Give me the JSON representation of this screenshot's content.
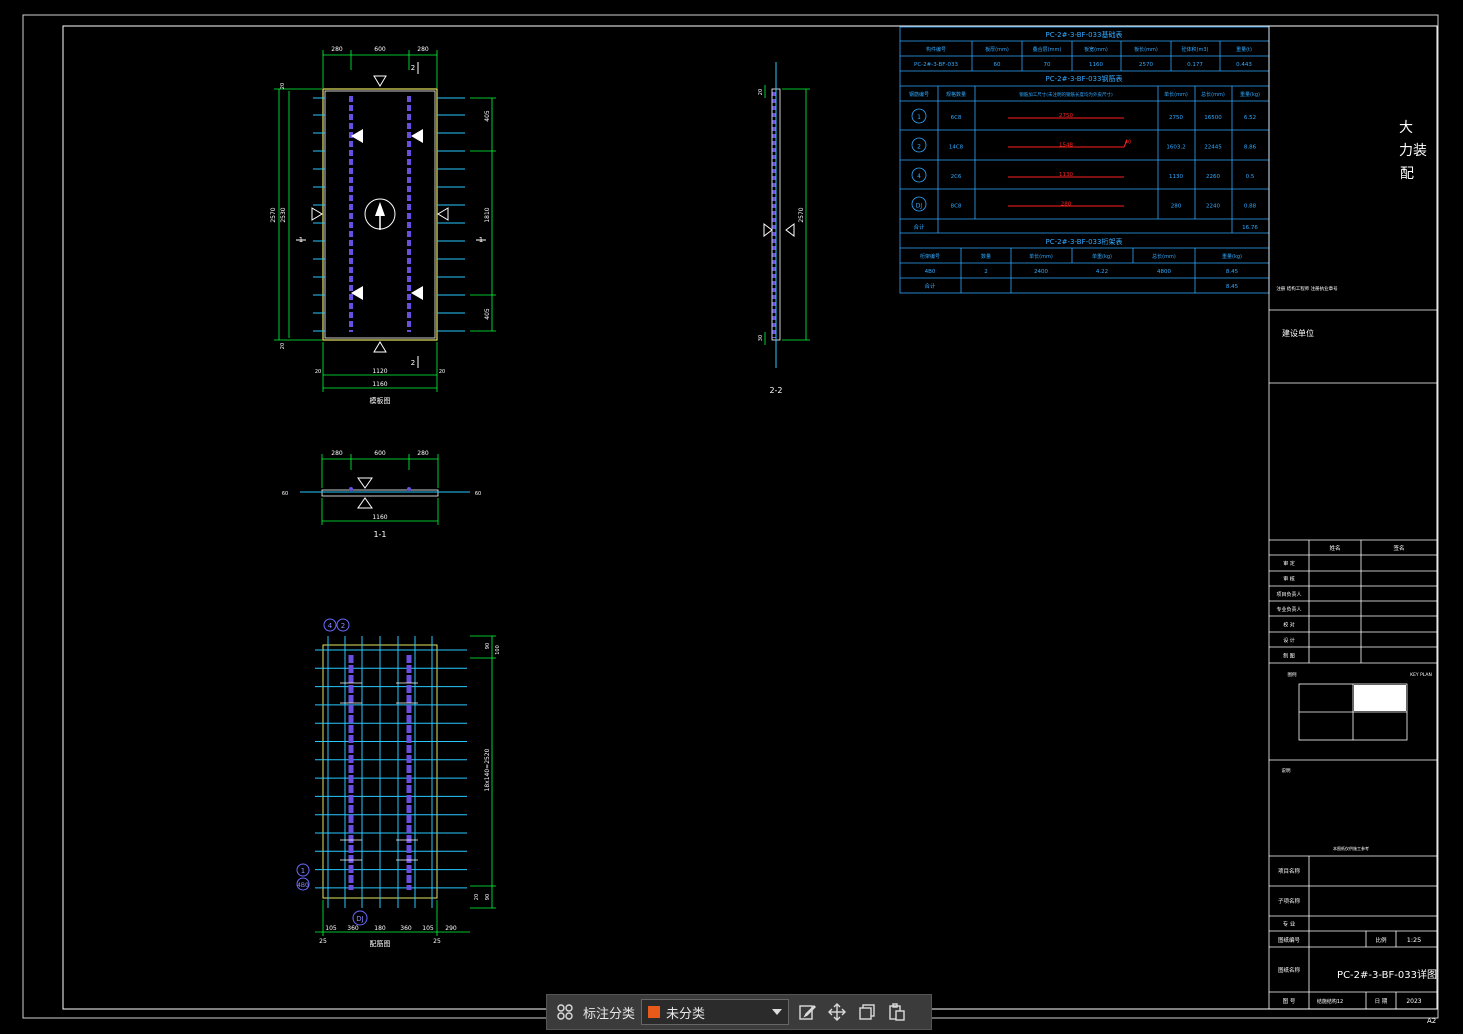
{
  "colors": {
    "frame": "#ffffff",
    "dim": "#00ff3c",
    "rebar": "#28c8ff",
    "purple": "#6a4ee0",
    "table": "#2fa8ff",
    "tableTitle": "#2fa8ff",
    "red": "#ff2020",
    "yellow": "#e6e660",
    "accentOrange": "#e85a1a"
  },
  "drawing": {
    "plan": {
      "title": "模板图",
      "dims_top": [
        "280",
        "600",
        "280"
      ],
      "dims_bottom": [
        "1120",
        "1160"
      ],
      "dims_bottom_small": [
        "20",
        "20"
      ],
      "dims_left": [
        "2570",
        "2530"
      ],
      "dims_left_small": [
        "20",
        "20"
      ],
      "dims_right": [
        "405",
        "1810",
        "405"
      ],
      "section_label": "1",
      "section2_label": "2"
    },
    "section11": {
      "title": "1-1",
      "dims_top": [
        "280",
        "600",
        "280"
      ],
      "dims_bottom": [
        "1160"
      ],
      "side_left": "60",
      "side_right": "60"
    },
    "section22": {
      "title": "2-2",
      "dim_right": "2570",
      "dims_small": [
        "20",
        "30"
      ]
    },
    "rebar": {
      "title": "配筋图",
      "labels_top": [
        "4",
        "2"
      ],
      "labels_left": [
        "1",
        "4B0"
      ],
      "label_bottom": "DJ",
      "dims_bottom": [
        "25",
        "105",
        "360",
        "180",
        "360",
        "105",
        "25",
        "290"
      ],
      "dims_right": [
        "90",
        "100",
        "18x140=2520",
        "90",
        "20"
      ]
    }
  },
  "table1": {
    "title": "PC-2#-3-BF-033基础表",
    "headers": [
      "构件编号",
      "板厚(mm)",
      "叠合层(mm)",
      "板宽(mm)",
      "板长(mm)",
      "砼体积(m3)",
      "重量(t)"
    ],
    "row": [
      "PC-2#-3-BF-033",
      "60",
      "70",
      "1160",
      "2570",
      "0.177",
      "0.443"
    ]
  },
  "table2": {
    "title": "PC-2#-3-BF-033钢筋表",
    "headers": [
      "钢筋编号",
      "规格数量",
      "钢筋加工尺寸(未注明的钢筋长度均为外皮尺寸)",
      "单长(mm)",
      "总长(mm)",
      "重量(kg)"
    ],
    "rows": [
      {
        "id": "1",
        "spec": "6C8",
        "dim": "2750",
        "unit": "2750",
        "total": "16500",
        "weight": "6.52",
        "extra": ""
      },
      {
        "id": "2",
        "spec": "14C8",
        "dim": "1548",
        "unit": "1603.2",
        "total": "22445",
        "weight": "8.86",
        "extra": "40"
      },
      {
        "id": "4",
        "spec": "2C6",
        "dim": "1130",
        "unit": "1130",
        "total": "2260",
        "weight": "0.5",
        "extra": ""
      },
      {
        "id": "DJ",
        "spec": "8C8",
        "dim": "280",
        "unit": "280",
        "total": "2240",
        "weight": "0.88",
        "extra": ""
      }
    ],
    "total_label": "合计",
    "total_value": "16.76"
  },
  "table3": {
    "title": "PC-2#-3-BF-033桁架表",
    "headers": [
      "桁架编号",
      "数量",
      "单长(mm)",
      "单重(kg)",
      "总长(mm)",
      "重量(kg)"
    ],
    "row": [
      "4B0",
      "2",
      "2400",
      "4.22",
      "4800",
      "8.45"
    ],
    "total_label": "合计",
    "total_value": "8.45"
  },
  "titleblock": {
    "company": [
      "大",
      "力装",
      "配"
    ],
    "small_note": "注册 结构工程师 注册执业章号",
    "build_unit": "建设单位",
    "sign_headers": [
      "姓名",
      "签名"
    ],
    "sign_rows": [
      "审 定",
      "审 核",
      "项目负责人",
      "专业负责人",
      "校 对",
      "设 计",
      "制 图"
    ],
    "key_plan_left": "图例",
    "key_plan_right": "KEY PLAN",
    "notes_label": "说明",
    "notes_small": "本图纸仅供施工参考",
    "project_name_label": "项目名称",
    "sub_project_label": "子项名称",
    "profession_label": "专 业",
    "drawing_no_label": "图纸编号",
    "scale_label": "比例",
    "scale_value": "1:25",
    "drawing_name_label": "图纸名称",
    "drawing_name": "PC-2#-3-BF-033详图",
    "date_label": "日 期",
    "sheet_label": "图 号",
    "sheet_value": "结施结构12",
    "date_value": "2023"
  },
  "toolbar": {
    "grid_icon": "grid-icon",
    "label": "标注分类",
    "selected": "未分类",
    "icons": [
      "edit-icon",
      "move-icon",
      "copy-icon",
      "paste-icon"
    ]
  },
  "paper_size": "A2"
}
